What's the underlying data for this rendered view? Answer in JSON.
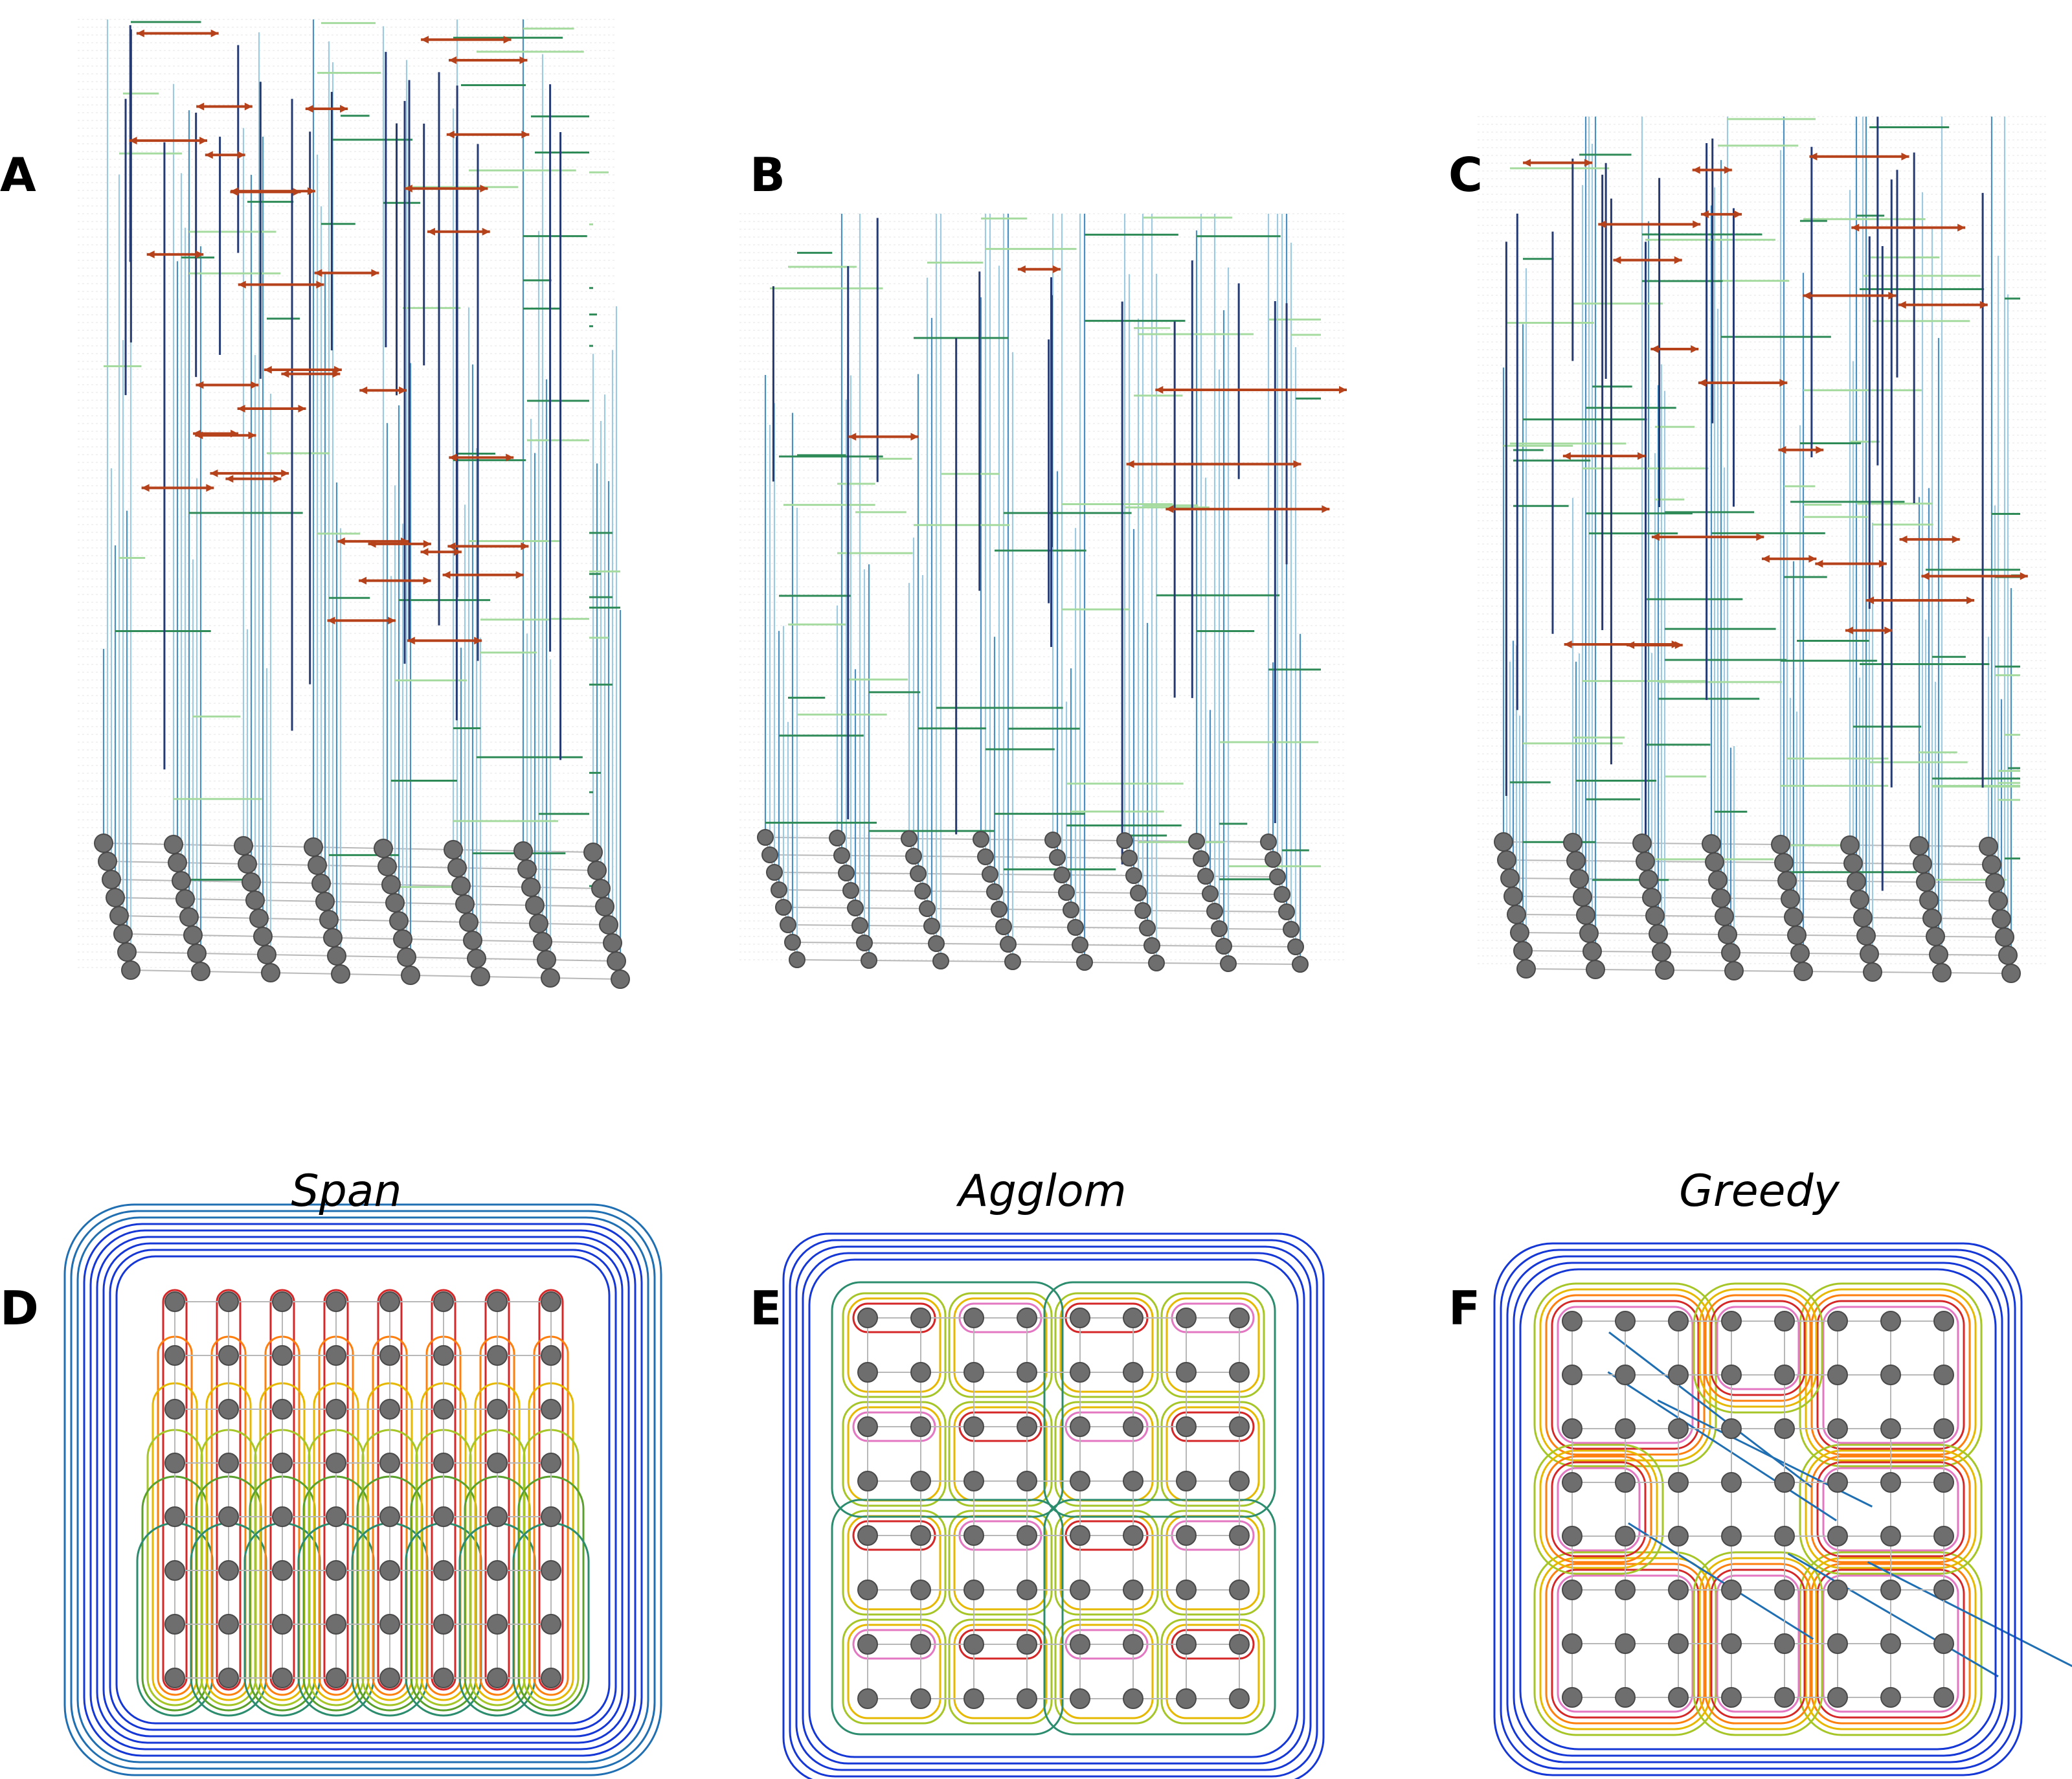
{
  "panel_letters": [
    "A",
    "B",
    "C",
    "D",
    "E",
    "F"
  ],
  "method_captions": [
    "Span",
    "Agglom",
    "Greedy"
  ],
  "colors": {
    "node": "#6e6e6e",
    "node_edge": "#4a4a4a",
    "grid_edge": "#b8b8b8",
    "branch_light": "#9ecae1",
    "branch_mid": "#4a90c2",
    "branch_dark": "#253a73",
    "merge_light": "#a6dba0",
    "merge_dark": "#2e8b57",
    "swap_arrow": "#b5421b",
    "level_ramp": [
      "#e377c2",
      "#d62728",
      "#ff7f0e",
      "#e6b800",
      "#a6c628",
      "#5aa02c",
      "#2c8c6e",
      "#1f6fb2",
      "#1537d6"
    ]
  }
}
